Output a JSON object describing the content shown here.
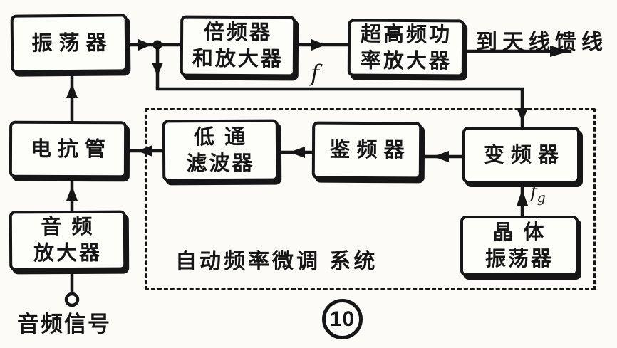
{
  "figure": {
    "number": "10",
    "ink_color": "#161616",
    "paper_color": "#fcfbf7"
  },
  "blocks": {
    "oscillator": {
      "label": "振荡器"
    },
    "multiplier_amplifier": {
      "label": "倍频器\n和放大器"
    },
    "uhf_power_amplifier": {
      "label": "超高频功\n率放大器"
    },
    "reactance_tube": {
      "label": "电抗管"
    },
    "low_pass_filter": {
      "label": "低 通\n滤波器"
    },
    "discriminator": {
      "label": "鉴频器"
    },
    "frequency_converter": {
      "label": "变频器"
    },
    "crystal_oscillator": {
      "label": "晶 体\n振荡器"
    },
    "audio_amplifier": {
      "label": "音 频\n放大器"
    }
  },
  "annotations": {
    "to_antenna_feeder": "到天线馈线",
    "afc_system_label": "自动频率微调 系统",
    "audio_signal_label": "音频信号",
    "f_label": "f",
    "fg_base": "f",
    "fg_subscript": "g"
  }
}
